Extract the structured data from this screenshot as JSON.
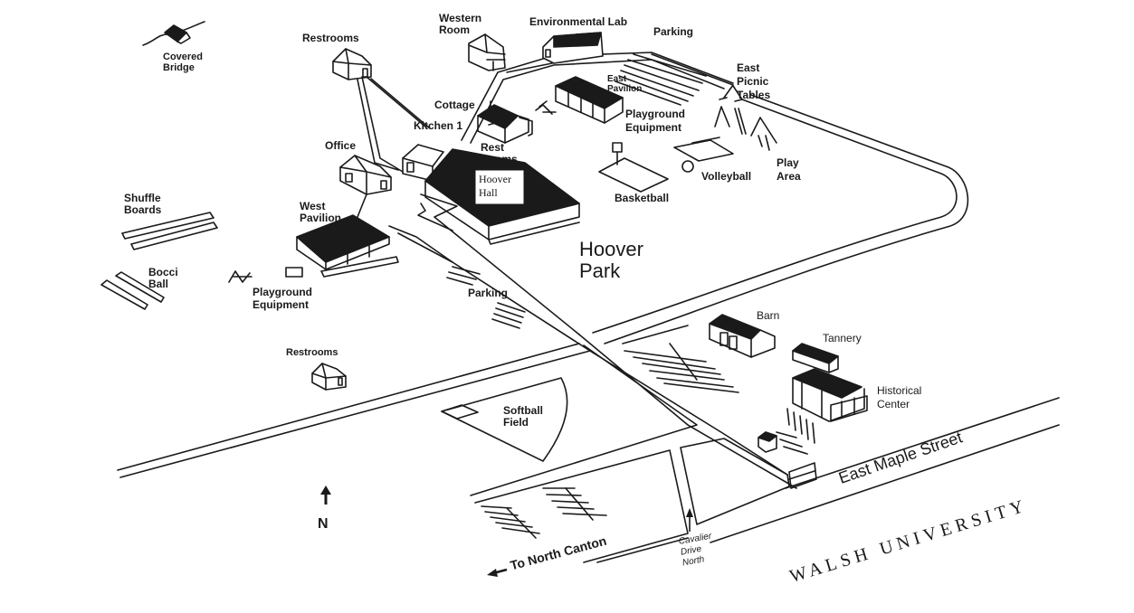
{
  "map": {
    "park_name": "Hoover Park",
    "park_name_lines": [
      "Hoover",
      "Park"
    ],
    "institution": "WALSH UNIVERSITY",
    "compass": {
      "arrow": "north-arrow-icon",
      "label": "N"
    },
    "colors": {
      "ink": "#1a1a1a",
      "paper": "#ffffff",
      "roof": "#1a1a1a"
    },
    "labels": {
      "covered_bridge": [
        "Covered",
        "Bridge"
      ],
      "restrooms_north": "Restrooms",
      "western_room": [
        "Western",
        "Room"
      ],
      "environmental_lab": "Environmental Lab",
      "parking_north": "Parking",
      "east_picnic_tables": [
        "East",
        "Picnic",
        "Tables"
      ],
      "east_pavilion": [
        "East",
        "Pavilion"
      ],
      "cottage": "Cottage",
      "kitchen": "Kitchen 1",
      "rest_rooms": [
        "Rest",
        "Rooms"
      ],
      "playground_east": [
        "Playground",
        "Equipment"
      ],
      "office": "Office",
      "hoover_hall": [
        "Hoover",
        "Hall"
      ],
      "basketball": "Basketball",
      "volleyball": "Volleyball",
      "play_area": [
        "Play",
        "Area"
      ],
      "shuffle_boards": [
        "Shuffle",
        "Boards"
      ],
      "west_pavilion": [
        "West",
        "Pavilion"
      ],
      "bocci_ball": [
        "Bocci",
        "Ball"
      ],
      "playground_west": [
        "Playground",
        "Equipment"
      ],
      "parking_west": "Parking",
      "restrooms_south": "Restrooms",
      "softball_field": [
        "Softball",
        "Field"
      ],
      "barn": "Barn",
      "tannery": "Tannery",
      "historical_center": [
        "Historical",
        "Center"
      ],
      "east_maple_street": "East Maple Street",
      "to_north_canton": "To North Canton",
      "cavalier_drive": [
        "Cavalier",
        "Drive",
        "North"
      ]
    }
  }
}
